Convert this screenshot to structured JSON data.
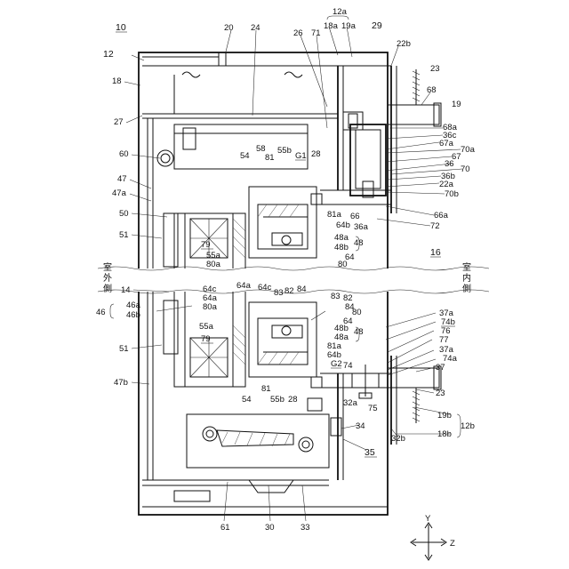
{
  "figure": {
    "labels_top": [
      "10",
      "12",
      "20",
      "24",
      "26",
      "71",
      "12a",
      "18a",
      "19a",
      "29",
      "22b",
      "23",
      "68",
      "19"
    ],
    "labels_right_upper": [
      "68a",
      "36c",
      "67a",
      "70a",
      "67",
      "36",
      "70",
      "36b",
      "22a",
      "70b",
      "66a",
      "72",
      "16"
    ],
    "labels_left_upper": [
      "18",
      "27",
      "60",
      "47",
      "47a",
      "50",
      "51",
      "14"
    ],
    "labels_center_upper": [
      "58",
      "81",
      "55b",
      "G1",
      "28",
      "54",
      "81a",
      "64b",
      "66",
      "36a",
      "79",
      "55a",
      "80a",
      "48a",
      "48b",
      "48",
      "64",
      "80",
      "64a",
      "64c",
      "83",
      "82",
      "84"
    ],
    "labels_center_lower": [
      "83",
      "82",
      "84",
      "64",
      "80",
      "48b",
      "48",
      "48a",
      "81a",
      "64b",
      "G2",
      "74",
      "55a",
      "79",
      "81",
      "55b",
      "28",
      "54",
      "32a",
      "75"
    ],
    "labels_left_lower": [
      "46a",
      "46",
      "46b",
      "80a",
      "64a",
      "64c",
      "51",
      "47b"
    ],
    "labels_right_lower": [
      "37a",
      "74b",
      "76",
      "77",
      "37a",
      "74a",
      "37",
      "23",
      "19b",
      "12b",
      "32b",
      "18b",
      "34",
      "35"
    ],
    "labels_bottom": [
      "61",
      "30",
      "33"
    ],
    "side_left": "室外側",
    "side_right": "室内側",
    "axes": {
      "y": "Y",
      "z": "Z"
    }
  }
}
